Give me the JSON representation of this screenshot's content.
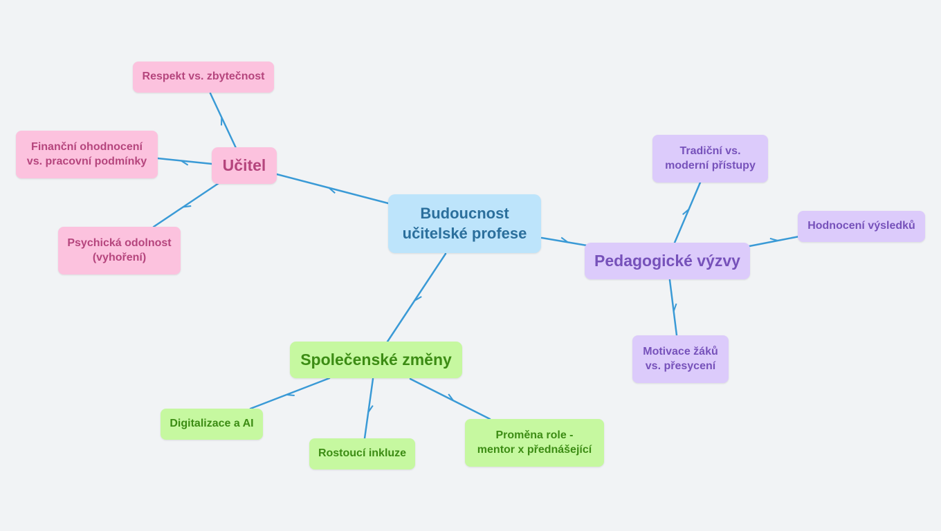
{
  "mindmap": {
    "root": {
      "label": "Budoucnost\nučitelské profese"
    },
    "branches": {
      "ucitel": {
        "label": "Učitel",
        "children": {
          "respekt": "Respekt vs. zbytečnost",
          "financni": "Finanční ohodnocení\nvs. pracovní podmínky",
          "psychicka": "Psychická odolnost\n(vyhoření)"
        }
      },
      "pedagogicke": {
        "label": "Pedagogické výzvy",
        "children": {
          "tradicni": "Tradiční vs.\nmoderní přístupy",
          "hodnoceni": "Hodnocení výsledků",
          "motivace": "Motivace žáků\nvs. přesycení"
        }
      },
      "spolecenske": {
        "label": "Společenské změny",
        "children": {
          "digitalizace": "Digitalizace a AI",
          "inkluze": "Rostoucí inkluze",
          "promena": "Proměna role -\nmentor x přednášející"
        }
      }
    },
    "colors": {
      "connector": "#3a9ad6",
      "root_fill": "#bde4fb",
      "ucitel_fill": "#fcc2de",
      "pedagogicke_fill": "#dccbfb",
      "spolecenske_fill": "#c6f8a0"
    }
  }
}
